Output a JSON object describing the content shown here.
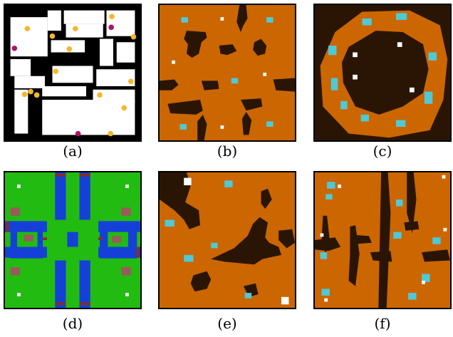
{
  "captions": {
    "a": "(a)",
    "b": "(b)",
    "c": "(c)",
    "d": "(d)",
    "e": "(e)",
    "f": "(f)"
  },
  "colors": {
    "orange": "#cc6600",
    "dark": "#2a1505",
    "cyan": "#4fc9d6",
    "green": "#22bb11",
    "blue": "#1540d8",
    "white": "#ffffff",
    "black": "#000000",
    "yellow": "#f5b82a",
    "magenta": "#b0126a"
  }
}
